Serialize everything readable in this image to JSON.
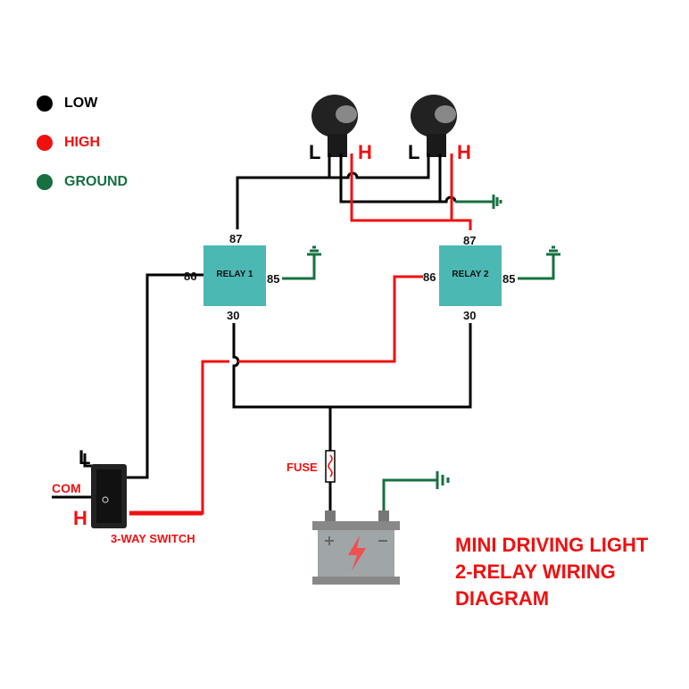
{
  "legend": [
    {
      "label": "LOW",
      "color": "#000000"
    },
    {
      "label": "HIGH",
      "color": "#f01010"
    },
    {
      "label": "GROUND",
      "color": "#167040"
    }
  ],
  "lights": [
    {
      "low": "L",
      "high": "H"
    },
    {
      "low": "L",
      "high": "H"
    }
  ],
  "relays": [
    {
      "label": "RELAY 1",
      "pins": {
        "p87": "87",
        "p86": "86",
        "p85": "85",
        "p30": "30"
      }
    },
    {
      "label": "RELAY 2",
      "pins": {
        "p87": "87",
        "p86": "86",
        "p85": "85",
        "p30": "30"
      }
    }
  ],
  "switch": {
    "low": "L",
    "com": "COM",
    "high": "H",
    "label": "3-WAY SWITCH"
  },
  "fuse": "FUSE",
  "title": [
    "MINI DRIVING LIGHT",
    "2-RELAY WIRING",
    "DIAGRAM"
  ]
}
